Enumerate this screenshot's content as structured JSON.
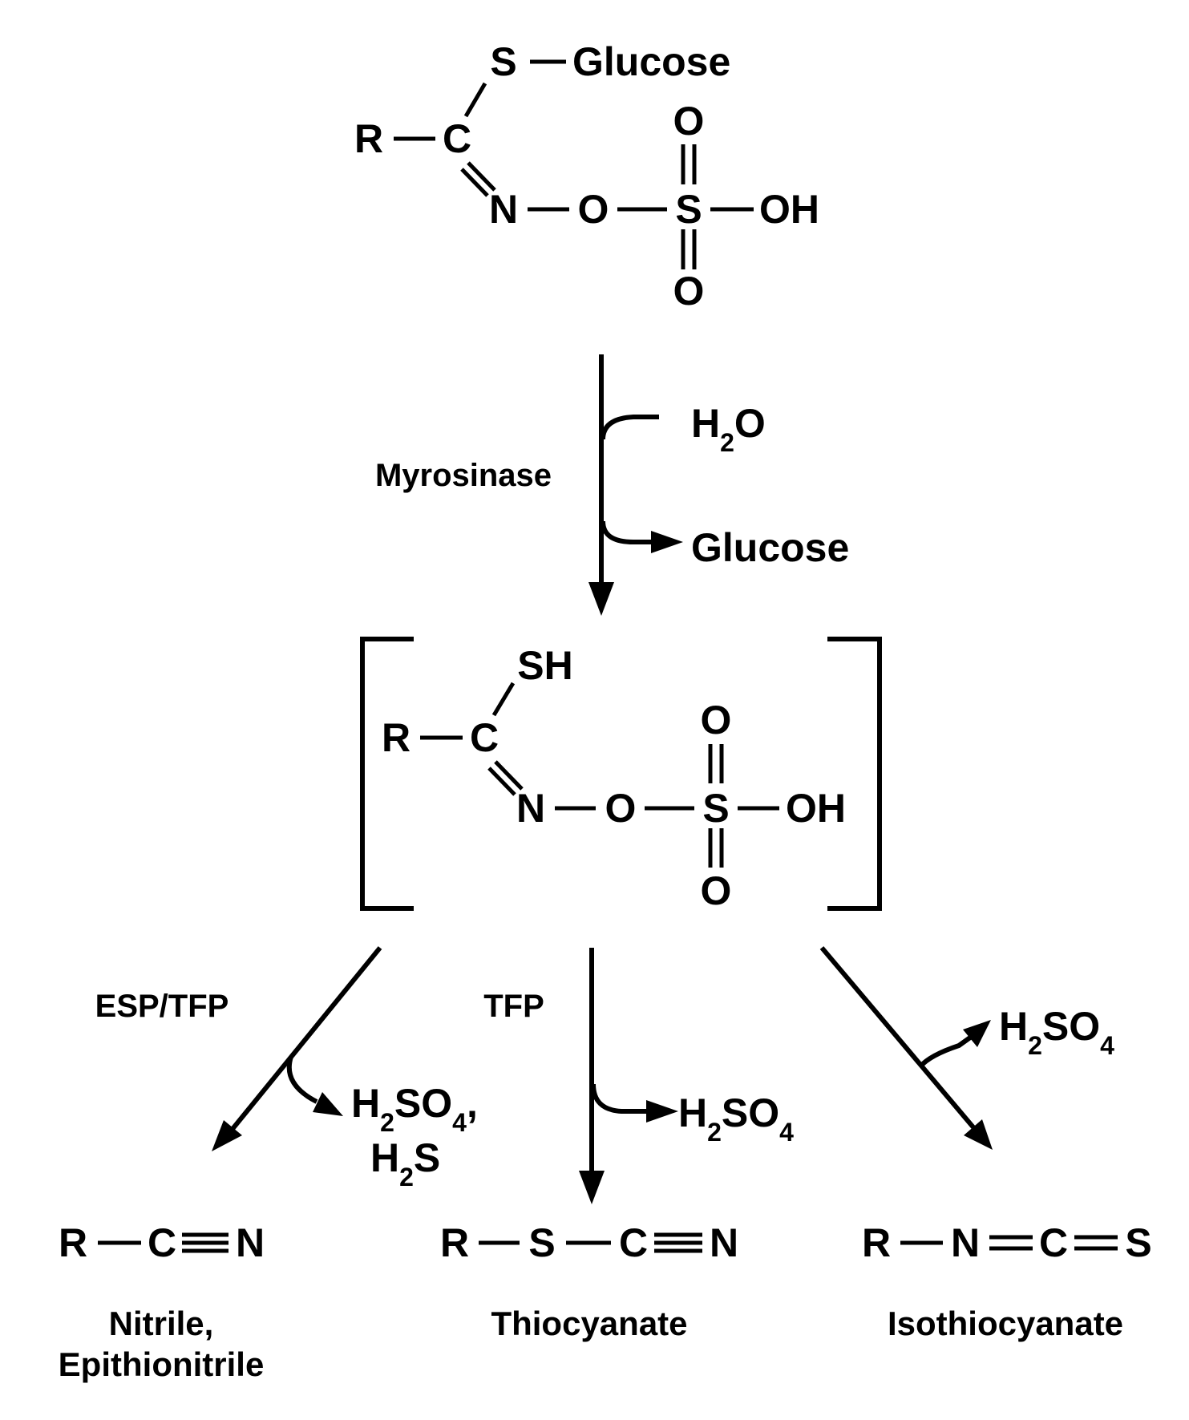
{
  "glucosinolate": {
    "atoms": {
      "S": "S",
      "Glucose": "Glucose",
      "R": "R",
      "C": "C",
      "N": "N",
      "O_link": "O",
      "S_sulfo": "S",
      "O_top": "O",
      "O_bottom": "O",
      "OH": "OH"
    }
  },
  "hydrolysis": {
    "enzyme": "Myrosinase",
    "water": {
      "main": "H",
      "sub": "2",
      "tail": "O"
    },
    "released": "Glucose"
  },
  "intermediate": {
    "atoms": {
      "SH": "SH",
      "R": "R",
      "C": "C",
      "N": "N",
      "O_link": "O",
      "S_sulfo": "S",
      "O_top": "O",
      "O_bottom": "O",
      "OH": "OH"
    }
  },
  "pathways": [
    {
      "enzyme": "ESP/TFP",
      "byproduct_line1": {
        "H": "H",
        "sub1": "2",
        "SO": "SO",
        "sub2": "4",
        "comma": ","
      },
      "byproduct_line2": {
        "H": "H",
        "sub": "2",
        "S": "S"
      },
      "product_formula": [
        "R",
        "C",
        "N"
      ],
      "product_name": [
        "Nitrile,",
        "Epithionitrile"
      ]
    },
    {
      "enzyme": "TFP",
      "byproduct": {
        "H": "H",
        "sub1": "2",
        "SO": "SO",
        "sub2": "4"
      },
      "product_formula": [
        "R",
        "S",
        "C",
        "N"
      ],
      "product_name": [
        "Thiocyanate"
      ]
    },
    {
      "enzyme": "",
      "byproduct": {
        "H": "H",
        "sub1": "2",
        "SO": "SO",
        "sub2": "4"
      },
      "product_formula": [
        "R",
        "N",
        "C",
        "S"
      ],
      "product_name": [
        "Isothiocyanate"
      ]
    }
  ]
}
